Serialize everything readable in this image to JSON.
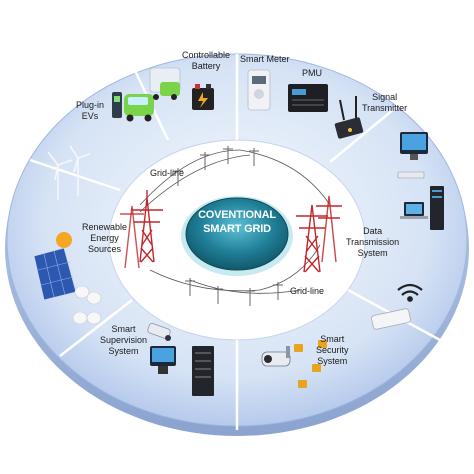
{
  "hub": {
    "line1": "COVENTIONAL",
    "line2": "SMART GRID"
  },
  "labels": {
    "controllable_battery": [
      "Controllable",
      "Battery"
    ],
    "smart_meter": "Smart Meter",
    "pmu": "PMU",
    "signal_transmitter": [
      "Signal",
      "Transmitter"
    ],
    "plug_in_evs": [
      "Plug-in",
      "EVs"
    ],
    "grid_line_top": "Grid-line",
    "grid_line_bottom": "Grid-line",
    "renewable": [
      "Renewable",
      "Energy",
      "Sources"
    ],
    "data_transmission": [
      "Data",
      "Transmission",
      "System"
    ],
    "smart_supervision": [
      "Smart",
      "Supervision",
      "System"
    ],
    "smart_security": [
      "Smart",
      "Security",
      "System"
    ]
  },
  "colors": {
    "ring_light": "#dfe9f7",
    "ring_mid": "#b9cdee",
    "ring_edge": "#8ea8d8",
    "inner": "#ffffff",
    "hub_fill": "#1c6f86",
    "hub_glow": "#4fb3c9",
    "tower": "#c0262b"
  }
}
